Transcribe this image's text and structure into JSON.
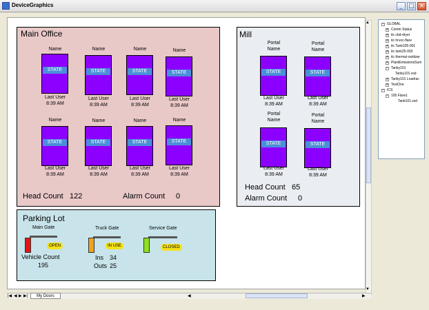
{
  "window": {
    "title": "DeviceGraphics"
  },
  "main_office": {
    "title": "Main Office",
    "doors": [
      {
        "name": "Name",
        "state": "STATE",
        "user": "Last User",
        "time": "8:39 AM"
      },
      {
        "name": "Name",
        "state": "STATE",
        "user": "Last User",
        "time": "8:39 AM"
      },
      {
        "name": "Name",
        "state": "STATE",
        "user": "Last User",
        "time": "8:39 AM"
      },
      {
        "name": "Name",
        "state": "STATE",
        "user": "Last User",
        "time": "8:39 AM"
      },
      {
        "name": "Name",
        "state": "STATE",
        "user": "Last User",
        "time": "8:39 AM"
      },
      {
        "name": "Name",
        "state": "STATE",
        "user": "Last User",
        "time": "8:39 AM"
      },
      {
        "name": "Name",
        "state": "STATE",
        "user": "Last User",
        "time": "8:39 AM"
      },
      {
        "name": "Name",
        "state": "STATE",
        "user": "Last User",
        "time": "8:39 AM"
      }
    ],
    "head_count_label": "Head Count",
    "head_count": "122",
    "alarm_count_label": "Alarm Count",
    "alarm_count": "0"
  },
  "mill": {
    "title": "Mill",
    "doors": [
      {
        "name1": "Portal",
        "name2": "Name",
        "state": "STATE",
        "user": "Last User",
        "time": "8:39 AM"
      },
      {
        "name1": "Portal",
        "name2": "Name",
        "state": "STATE",
        "user": "Last User",
        "time": "8:39 AM"
      },
      {
        "name1": "Portal",
        "name2": "Name",
        "state": "STATE",
        "user": "Last User",
        "time": "8:39 AM"
      },
      {
        "name1": "Portal",
        "name2": "Name",
        "state": "STATE",
        "user": "Last User",
        "time": "8:39 AM"
      }
    ],
    "head_count_label": "Head Count",
    "head_count": "65",
    "alarm_count_label": "Alarm Count",
    "alarm_count": "0"
  },
  "parking": {
    "title": "Parking Lot",
    "gates": [
      {
        "name": "Main Gate",
        "status": "OPEN",
        "color": "#e01515"
      },
      {
        "name": "Truck Gate",
        "status": "IN USE",
        "color": "#f0a21a"
      },
      {
        "name": "Service Gate",
        "status": "CLOSED",
        "color": "#8ee022"
      }
    ],
    "vehicle_count_label": "Vehicle Count",
    "vehicle_count": "195",
    "ins_label": "Ins",
    "ins": "34",
    "outs_label": "Outs",
    "outs": "25"
  },
  "tabs": {
    "active": "My Doors"
  },
  "colors": {
    "office_bg": "#e9c8c8",
    "mill_bg": "#eaedf2",
    "parking_bg": "#c8e4ea",
    "door": "#8c00ff",
    "state": "#4a8fd8"
  },
  "tree": [
    {
      "label": "GLOBAL",
      "exp": "−"
    },
    {
      "label": "Comm Status",
      "exp": "+"
    },
    {
      "label": "itc cbd-dryer",
      "exp": "+"
    },
    {
      "label": "itc hrvoc-flare",
      "exp": "+"
    },
    {
      "label": "itc Tank105-001",
      "exp": "+"
    },
    {
      "label": "itc tank25-003",
      "exp": "+"
    },
    {
      "label": "itc thermal-oxidizer",
      "exp": "+"
    },
    {
      "label": "PlantEmissionsSum",
      "exp": "+"
    },
    {
      "label": "Tanky101",
      "exp": "−"
    },
    {
      "label": "Tanky101.vsd",
      "exp": ""
    },
    {
      "label": "Tanky101 Loadrac",
      "exp": "+"
    },
    {
      "label": "TestOne",
      "exp": "+"
    },
    {
      "label": "ICS",
      "exp": "−"
    },
    {
      "label": "105 Flare1",
      "exp": "−"
    },
    {
      "label": "Tank101.vsd",
      "exp": ""
    }
  ]
}
